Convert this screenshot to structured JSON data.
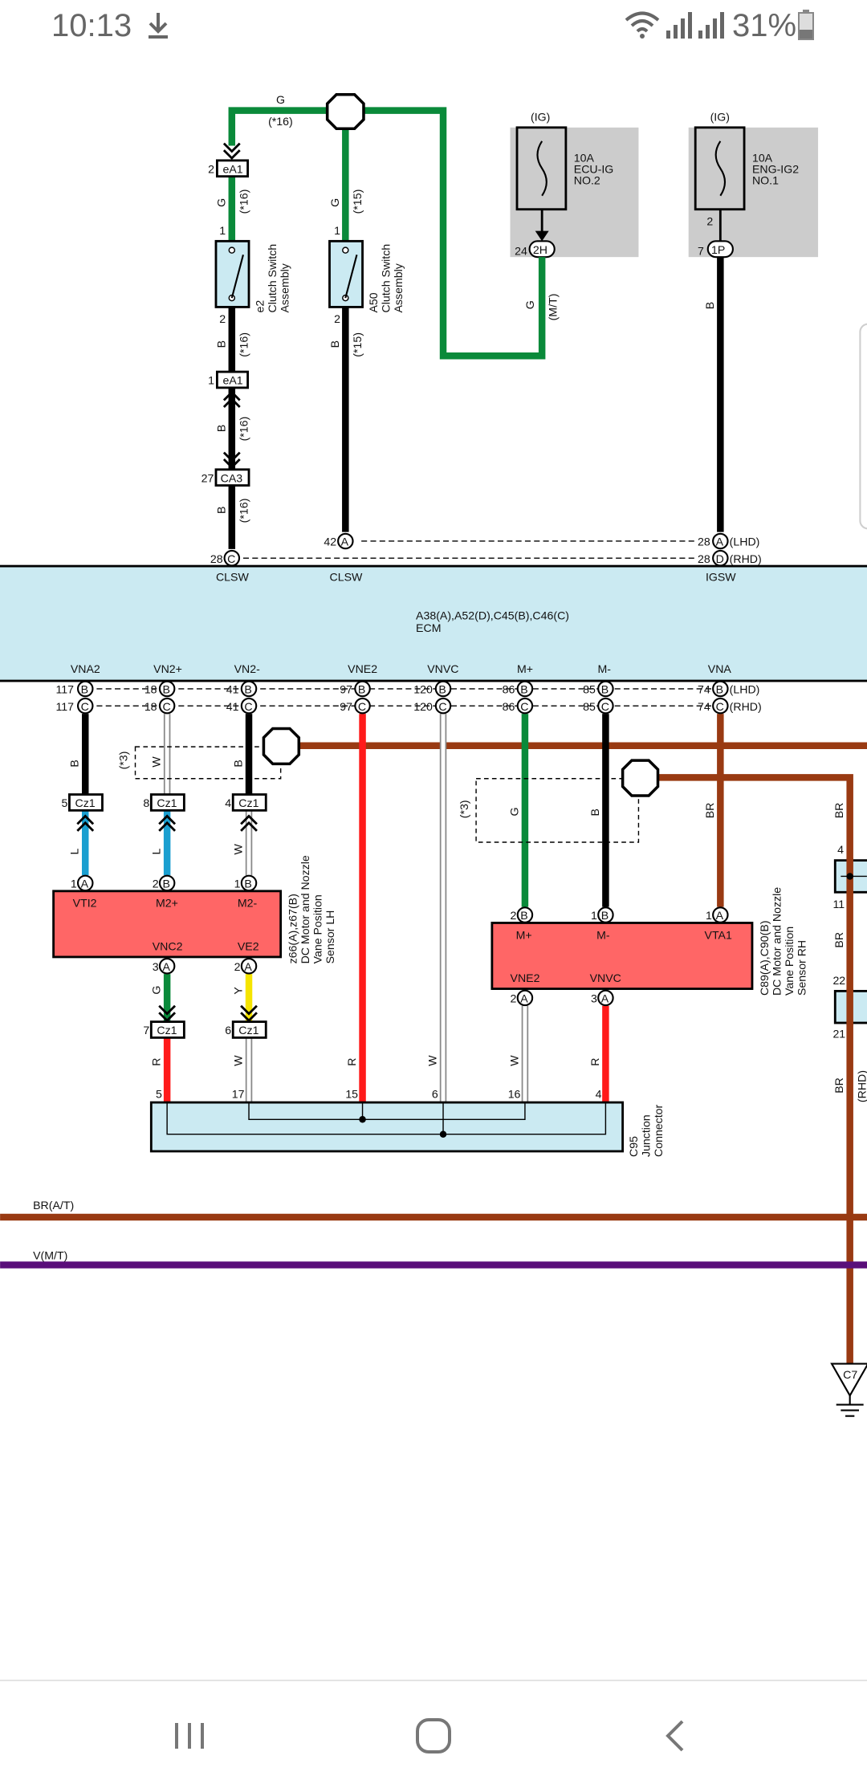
{
  "status_bar": {
    "time": "10:13",
    "battery": "31%",
    "icons": [
      "download-icon",
      "wifi-icon",
      "signal-icon",
      "signal-icon",
      "battery-icon"
    ]
  },
  "diagram": {
    "ecm": {
      "code": "A38(A),A52(D),C45(B),C46(C)",
      "name": "ECM",
      "top_pins": [
        {
          "label": "CLSW",
          "left_num": "28",
          "conn": "C"
        },
        {
          "label": "CLSW",
          "left_num": "42",
          "conn": "A"
        },
        {
          "label": "IGSW",
          "left_num": "28",
          "conn": "A",
          "alt_num": "28",
          "alt_conn": "D",
          "note1": "(LHD)",
          "note2": "(RHD)"
        }
      ],
      "bottom_pins": [
        {
          "label": "VNA2",
          "n1": "117",
          "c1": "B",
          "n2": "117",
          "c2": "C"
        },
        {
          "label": "VN2+",
          "n1": "18",
          "c1": "B",
          "n2": "18",
          "c2": "C"
        },
        {
          "label": "VN2-",
          "n1": "41",
          "c1": "B",
          "n2": "41",
          "c2": "C"
        },
        {
          "label": "VNE2",
          "n1": "97",
          "c1": "B",
          "n2": "97",
          "c2": "C"
        },
        {
          "label": "VNVC",
          "n1": "120",
          "c1": "B",
          "n2": "120",
          "c2": "C"
        },
        {
          "label": "M+",
          "n1": "86",
          "c1": "B",
          "n2": "86",
          "c2": "C"
        },
        {
          "label": "M-",
          "n1": "85",
          "c1": "B",
          "n2": "85",
          "c2": "C"
        },
        {
          "label": "VNA",
          "n1": "74",
          "c1": "B",
          "n2": "74",
          "c2": "C",
          "note1": "(LHD)",
          "note2": "(RHD)"
        }
      ]
    },
    "fuses": [
      {
        "supply": "(IG)",
        "rating": "10A",
        "name_line1": "ECU-IG",
        "name_line2": "NO.2",
        "pin": "24",
        "conn": "2H"
      },
      {
        "supply": "(IG)",
        "rating": "10A",
        "name_line1": "ENG-IG2",
        "name_line2": "NO.1",
        "pin_top": "2",
        "pin": "7",
        "conn": "1P"
      }
    ],
    "clutch_e2": {
      "code": "e2",
      "name_line1": "Clutch Switch",
      "name_line2": "Assembly",
      "pin1": "1",
      "pin2": "2"
    },
    "clutch_a50": {
      "code": "A50",
      "name_line1": "Clutch Switch",
      "name_line2": "Assembly",
      "pin1": "1",
      "pin2": "2"
    },
    "connectors": {
      "ea1_top": {
        "pin": "2",
        "name": "eA1"
      },
      "ea1_mid": {
        "pin": "1",
        "name": "eA1"
      },
      "ca3": {
        "pin": "27",
        "name": "CA3"
      },
      "cz1_vna2": {
        "pin": "5",
        "name": "Cz1"
      },
      "cz1_vn2p": {
        "pin": "8",
        "name": "Cz1"
      },
      "cz1_vn2m": {
        "pin": "4",
        "name": "Cz1"
      },
      "cz1_vnc2": {
        "pin": "7",
        "name": "Cz1"
      },
      "cz1_ve2": {
        "pin": "6",
        "name": "Cz1"
      }
    },
    "wire_labels": {
      "g": "G",
      "b": "B",
      "l": "L",
      "w": "W",
      "r": "R",
      "y": "Y",
      "br": "BR",
      "note16": "(*16)",
      "note15": "(*15)",
      "note3": "(*3)",
      "mt": "(M/T)",
      "rhd": "(RHD)"
    },
    "sensor_lh": {
      "code": "z66(A),z67(B)",
      "name_line1": "DC Motor and Nozzle",
      "name_line2": "Vane Position",
      "name_line3": "Sensor LH",
      "pins_top": [
        {
          "label": "VTI2",
          "num": "1",
          "conn": "A"
        },
        {
          "label": "M2+",
          "num": "2",
          "conn": "B"
        },
        {
          "label": "M2-",
          "num": "1",
          "conn": "B"
        }
      ],
      "pins_bottom": [
        {
          "label": "VNC2",
          "num": "3",
          "conn": "A"
        },
        {
          "label": "VE2",
          "num": "2",
          "conn": "A"
        }
      ]
    },
    "sensor_rh": {
      "code": "C89(A),C90(B)",
      "name_line1": "DC Motor and Nozzle",
      "name_line2": "Vane Position",
      "name_line3": "Sensor RH",
      "pins_top": [
        {
          "label": "M+",
          "num": "2",
          "conn": "B"
        },
        {
          "label": "M-",
          "num": "1",
          "conn": "B"
        },
        {
          "label": "VTA1",
          "num": "1",
          "conn": "A"
        }
      ],
      "pins_bottom": [
        {
          "label": "VNE2",
          "num": "2",
          "conn": "A"
        },
        {
          "label": "VNVC",
          "num": "3",
          "conn": "A"
        }
      ]
    },
    "junction": {
      "code": "C95",
      "name_line1": "Junction",
      "name_line2": "Connector",
      "pins": [
        "5",
        "17",
        "15",
        "6",
        "16",
        "4"
      ]
    },
    "side_pins": [
      "4",
      "11",
      "22",
      "21"
    ],
    "bus": {
      "br_label": "BR(A/T)",
      "v_label": "V(M/T)"
    },
    "ground": {
      "label": "C7"
    },
    "colors": {
      "green": "#0a8a3a",
      "black": "#000000",
      "red": "#ff1a1a",
      "blue": "#1a9fd0",
      "yellow": "#f5e400",
      "brown": "#993a12",
      "purple": "#5a0f7a",
      "ecm_fill": "#cbeaf2",
      "sensor_fill": "#ff6666",
      "fuse_bg": "#cccccc"
    }
  },
  "nav_bar": {
    "buttons": [
      "recent-apps-icon",
      "home-icon",
      "back-icon"
    ]
  }
}
